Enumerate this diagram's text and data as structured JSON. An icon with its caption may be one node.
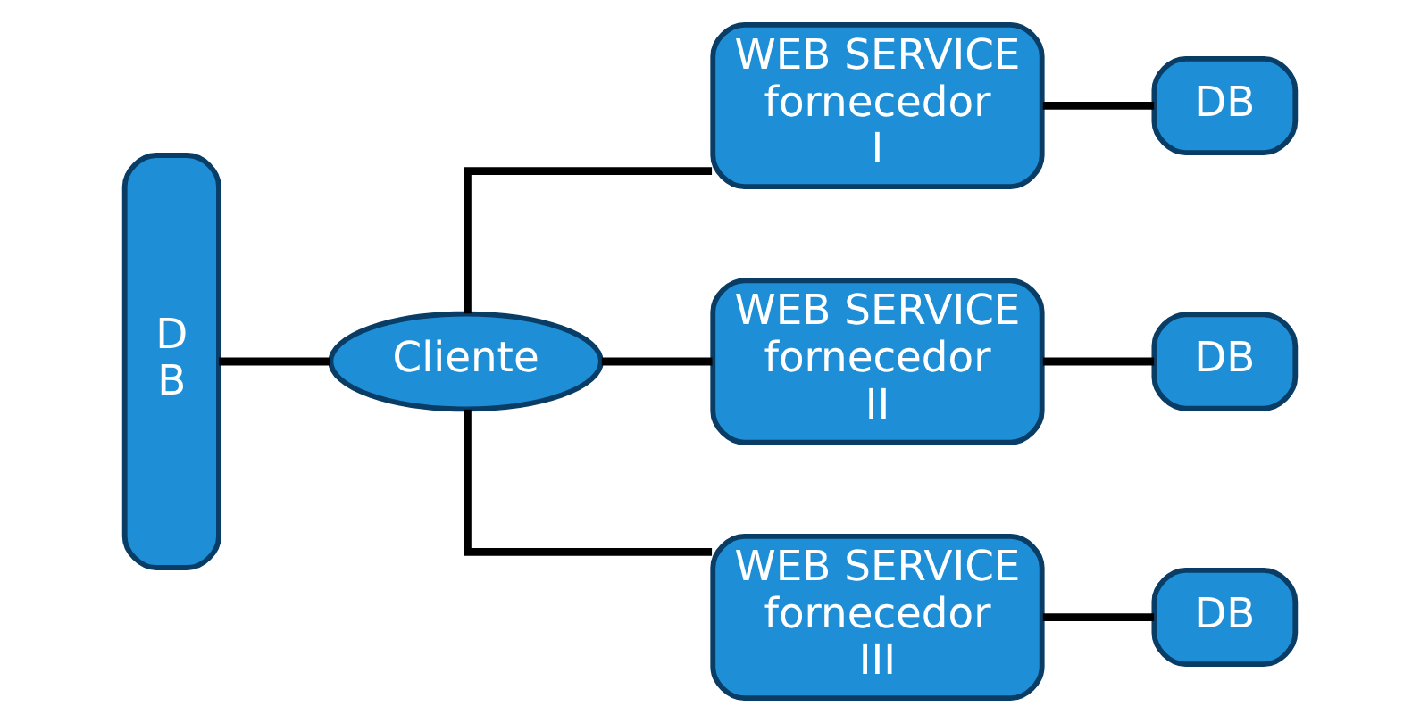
{
  "diagram": {
    "nodes": [
      {
        "text": [
          "D B"
        ]
      },
      {
        "text": [
          "Cliente"
        ]
      },
      {
        "text": [
          "WEB SERVICE fornecedor I"
        ]
      },
      {
        "text": [
          "DB"
        ]
      },
      {
        "text": [
          "WEB SERVICE fornecedor II"
        ]
      },
      {
        "text": [
          "DB"
        ]
      },
      {
        "text": [
          "WEB SERVICE fornecedor III"
        ]
      },
      {
        "text": [
          "DB"
        ]
      }
    ],
    "edges": [
      {
        "from": 0,
        "to": 1,
        "arrow": "none"
      },
      {
        "from": 1,
        "to": 2,
        "arrow": "none"
      },
      {
        "from": 1,
        "to": 4,
        "arrow": "none"
      },
      {
        "from": 1,
        "to": 6,
        "arrow": "none"
      },
      {
        "from": 2,
        "to": 3,
        "arrow": "none"
      },
      {
        "from": 4,
        "to": 5,
        "arrow": "none"
      },
      {
        "from": 6,
        "to": 7,
        "arrow": "none"
      }
    ]
  }
}
